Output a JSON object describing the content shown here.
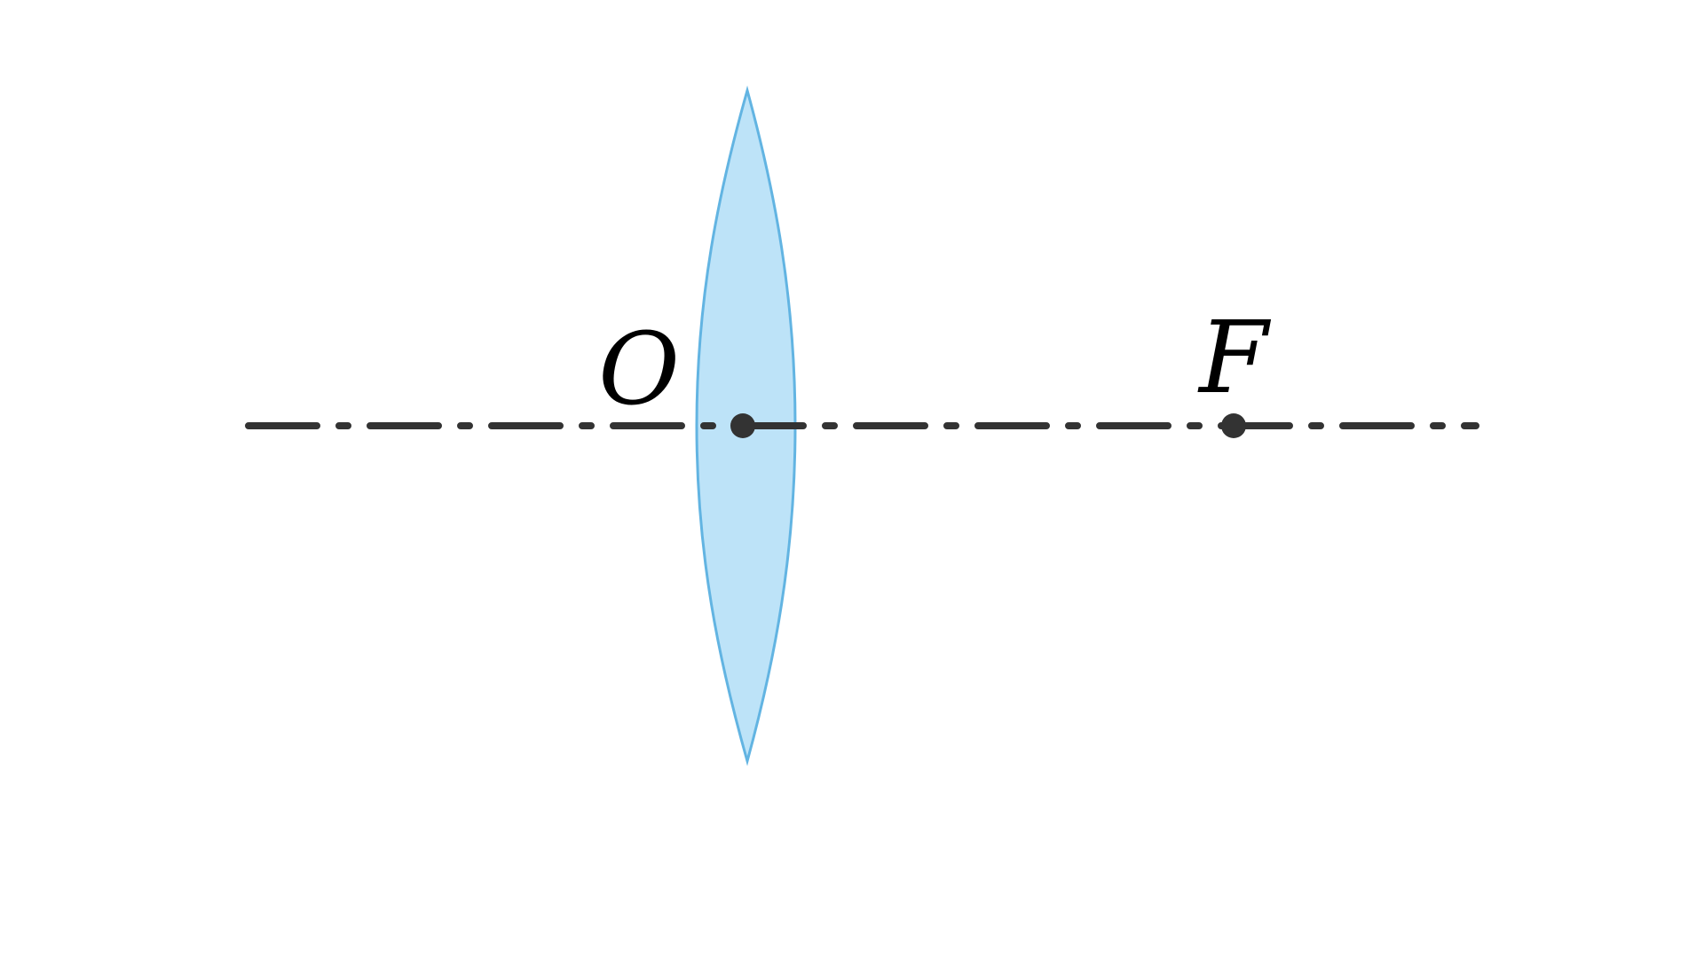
{
  "diagram": {
    "type": "optics-convex-lens",
    "labels": {
      "center": "O",
      "focus": "F"
    },
    "colors": {
      "background": "#ffffff",
      "lens_fill": "#bde3f8",
      "lens_stroke": "#62b4e2",
      "axis": "#333333",
      "point": "#333333",
      "text": "#000000"
    }
  }
}
